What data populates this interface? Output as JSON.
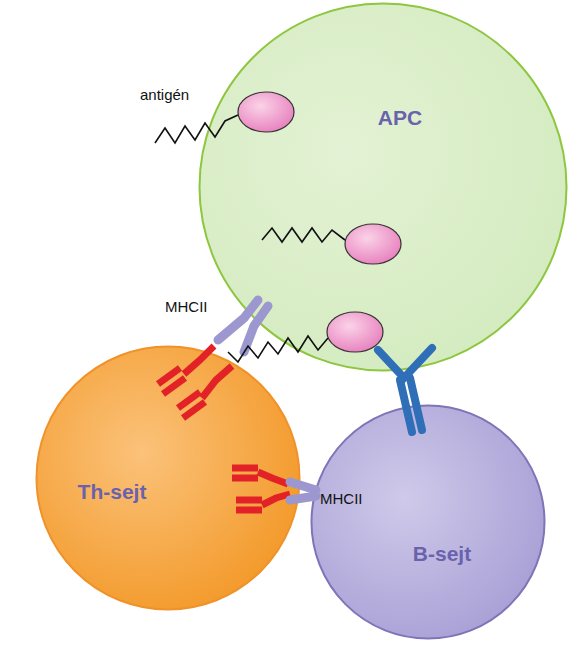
{
  "diagram": {
    "nodes": [
      {
        "text": [
          "APC"
        ]
      },
      {
        "text": [
          "Th-sejt"
        ]
      },
      {
        "text": [
          "B-sejt"
        ]
      }
    ],
    "labels": [
      "antigén",
      "MHCII",
      "MHCII"
    ]
  }
}
